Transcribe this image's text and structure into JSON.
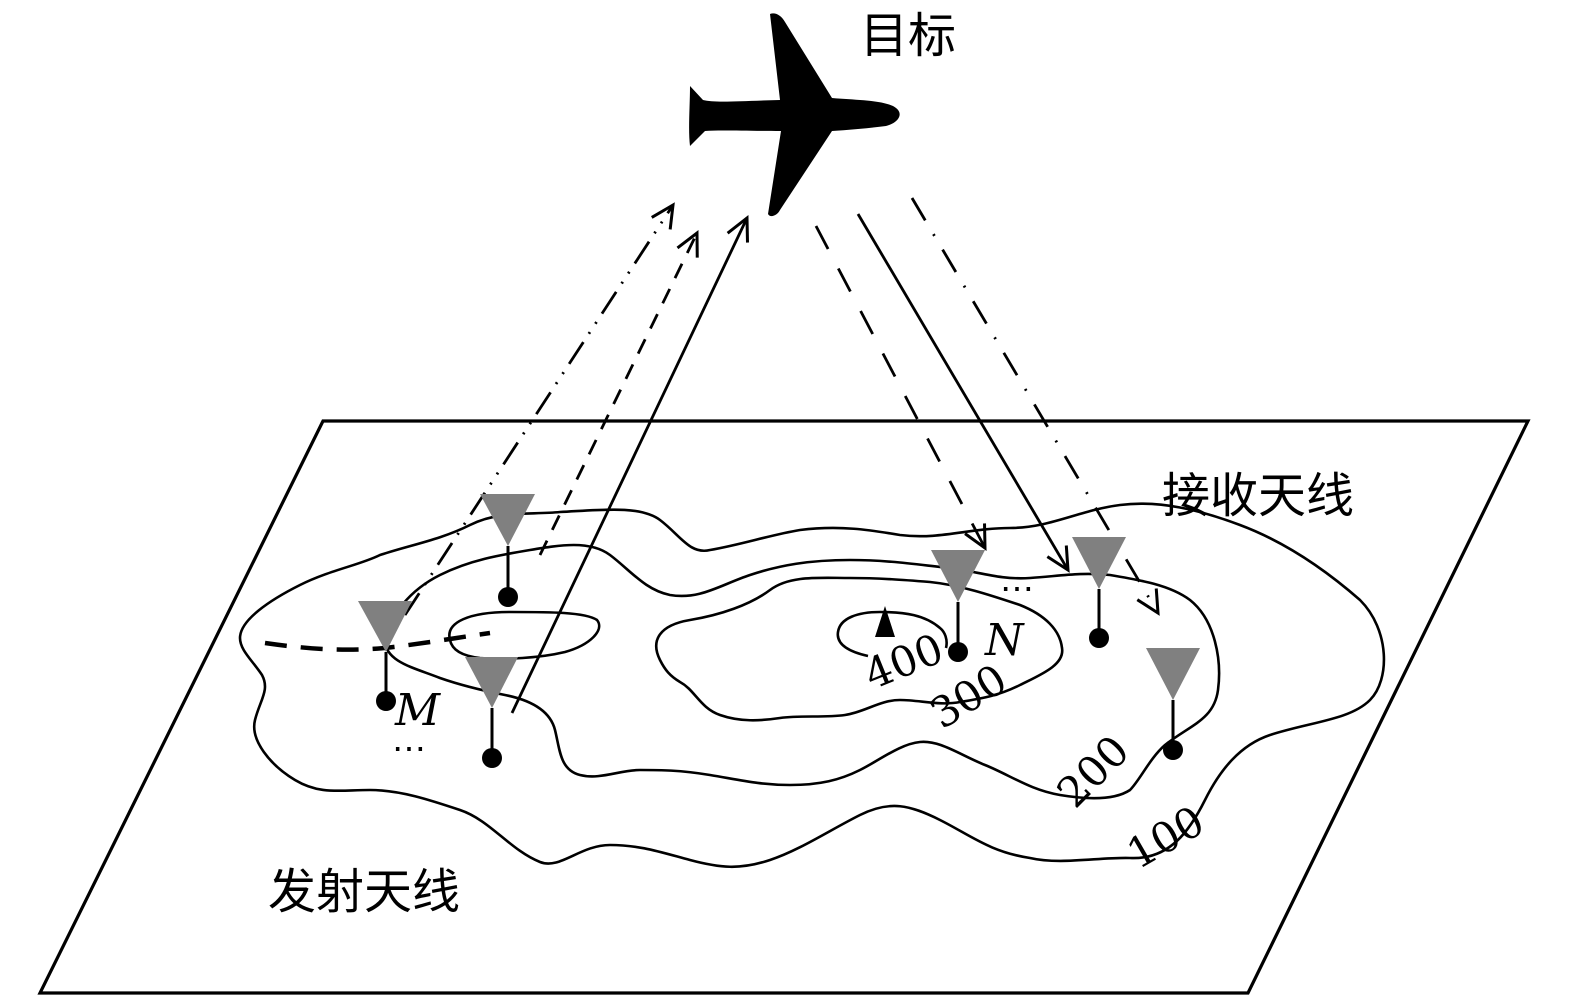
{
  "labels": {
    "target": "目标",
    "receive_antenna": "接收天线",
    "transmit_antenna": "发射天线",
    "tx_count_symbol": "M",
    "rx_count_symbol": "N",
    "ellipsis": "⋯"
  },
  "contours": [
    {
      "level": "100"
    },
    {
      "level": "200"
    },
    {
      "level": "300"
    },
    {
      "level": "400"
    }
  ],
  "icons": {
    "target": "airplane-icon",
    "antenna": "antenna-triangle-icon",
    "peak": "peak-marker-icon"
  },
  "colors": {
    "antenna": "#808080",
    "line": "#000000",
    "background": "#ffffff"
  },
  "legend": {
    "ray_styles": [
      "dash-dot-dot",
      "dashed",
      "solid",
      "long-dashed",
      "solid",
      "dash-dot"
    ]
  }
}
